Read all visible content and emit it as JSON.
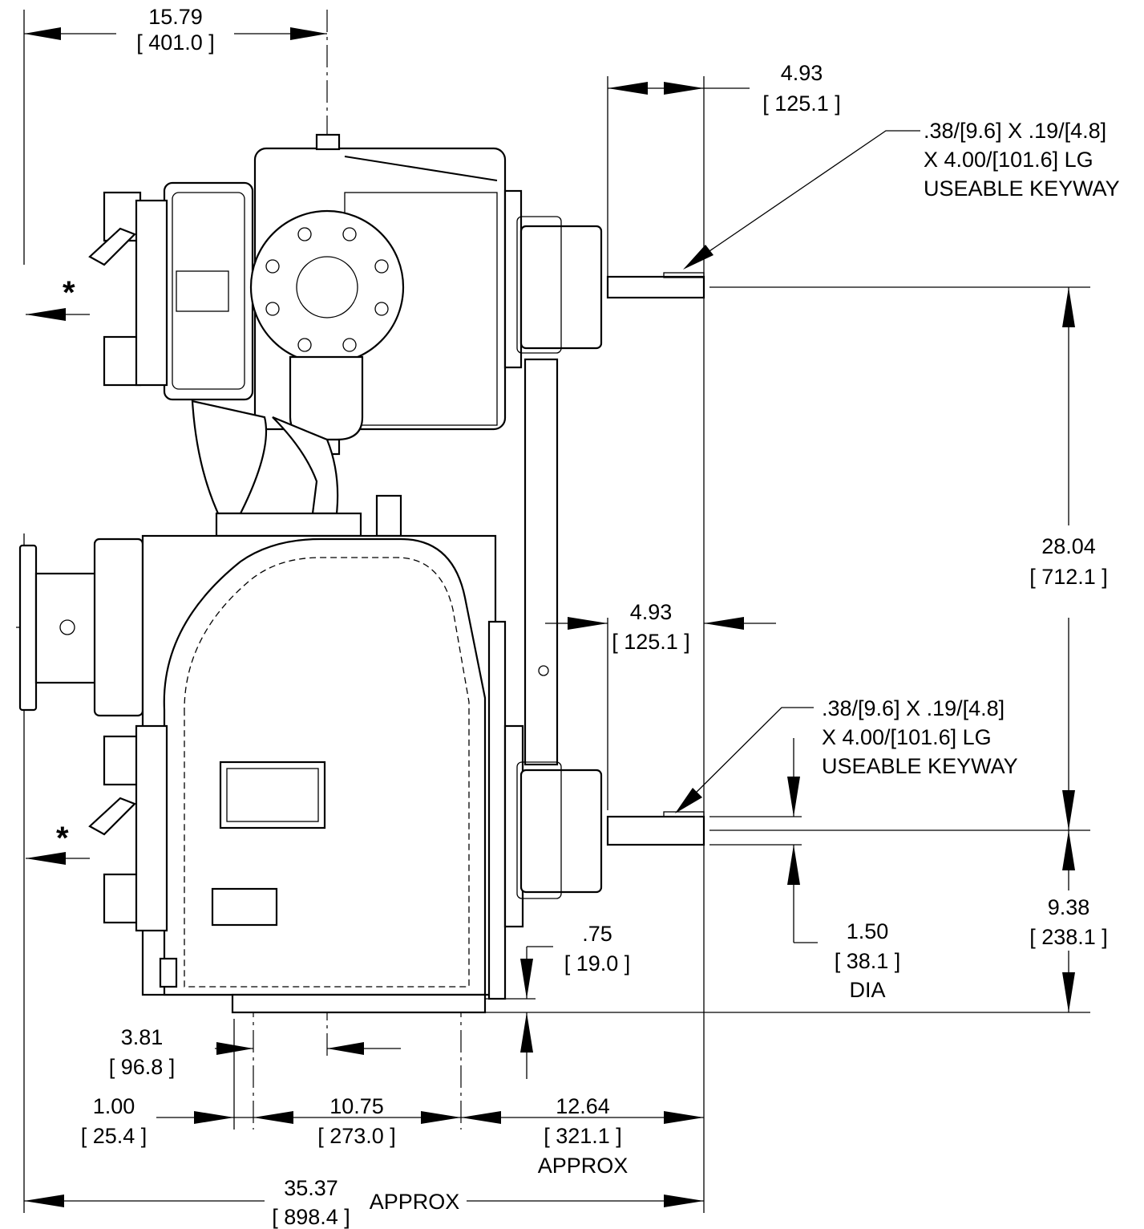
{
  "dimensions": {
    "overall_top_in": "15.79",
    "overall_top_mm": "[ 401.0 ]",
    "shaft_top_in": "4.93",
    "shaft_top_mm": "[  125.1  ]",
    "shaft_mid_in": "4.93",
    "shaft_mid_mm": "[ 125.1 ]",
    "vertical_in": "28.04",
    "vertical_mm": "[ 712.1 ]",
    "height_in": "9.38",
    "height_mm": "[ 238.1 ]",
    "dia_in": "1.50",
    "dia_mm": "[ 38.1 ]",
    "dia_label": "DIA",
    "base_in": ".75",
    "base_mm": "[ 19.0 ]",
    "offset_in": "3.81",
    "offset_mm": "[ 96.8 ]",
    "left_in": "1.00",
    "left_mm": "[ 25.4 ]",
    "center_in": "10.75",
    "center_mm": "[ 273.0 ]",
    "right_in": "12.64",
    "right_mm": "[ 321.1 ]",
    "right_approx": "APPROX",
    "total_in": "35.37",
    "total_mm": "[ 898.4 ]",
    "total_approx": "APPROX"
  },
  "notes": {
    "keyway_top_line1": ".38/[9.6] X .19/[4.8]",
    "keyway_top_line2": "X 4.00/[101.6] LG",
    "keyway_top_line3": "USEABLE KEYWAY",
    "keyway_bottom_line1": ".38/[9.6] X .19/[4.8]",
    "keyway_bottom_line2": "X 4.00/[101.6] LG",
    "keyway_bottom_line3": "USEABLE KEYWAY",
    "asterisk_top": "*",
    "asterisk_bottom": "*"
  }
}
